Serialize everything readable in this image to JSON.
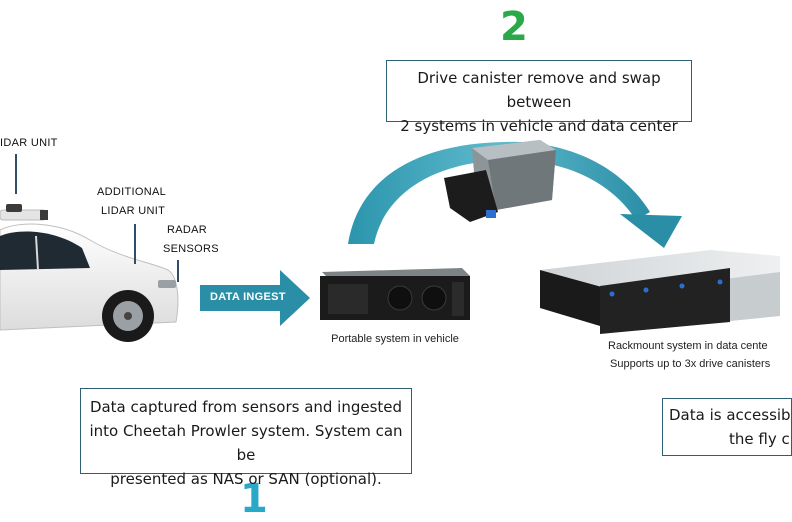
{
  "steps": {
    "one": "1",
    "two": "2"
  },
  "boxes": {
    "swap_line1": "Drive canister remove and swap between",
    "swap_line2": "2 systems in vehicle and data center",
    "capture_line1": "Data captured from sensors and ingested",
    "capture_line2": "into Cheetah Prowler system. System can be",
    "capture_line3": "presented as NAS or SAN (optional).",
    "access_line1": "Data is accessib",
    "access_line2": "the fly c"
  },
  "sensor_labels": {
    "lidar_unit": "IDAR UNIT",
    "additional_line1": "ADDITIONAL",
    "additional_line2": "LIDAR UNIT",
    "radar_line1": "RADAR",
    "radar_line2": "SENSORS"
  },
  "ingest_label": "DATA INGEST",
  "captions": {
    "portable": "Portable system in vehicle",
    "rack_line1": "Rackmount system in data cente",
    "rack_line2": "Supports up to 3x drive canisters"
  },
  "colors": {
    "step1": "#29a8c8",
    "step2": "#2aa84a",
    "arrow": "#2a8fa6",
    "box_border": "#2d5f77"
  }
}
